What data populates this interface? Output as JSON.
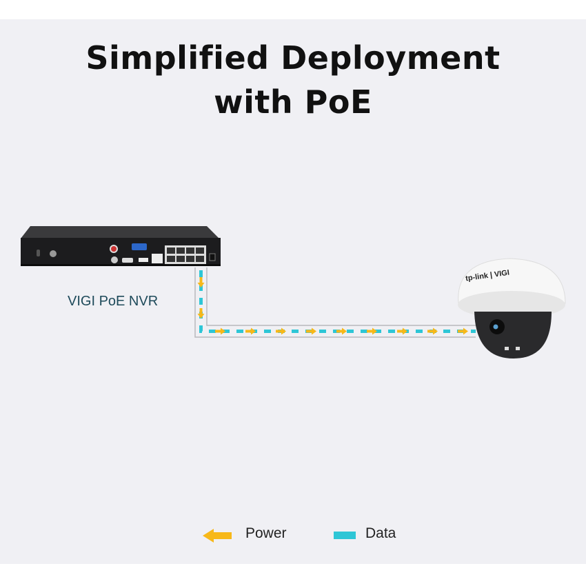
{
  "title_line1": "Simplified Deployment",
  "title_line2": "with PoE",
  "nvr": {
    "label": "VIGI PoE NVR"
  },
  "camera": {
    "logo": "tp-link | VIGI"
  },
  "legend": {
    "power_label": "Power",
    "data_label": "Data"
  },
  "colors": {
    "power": "#f7b819",
    "data": "#2ec6d6",
    "text": "#111111",
    "nvr_label": "#1e4a5a",
    "background": "#f0f0f4"
  }
}
